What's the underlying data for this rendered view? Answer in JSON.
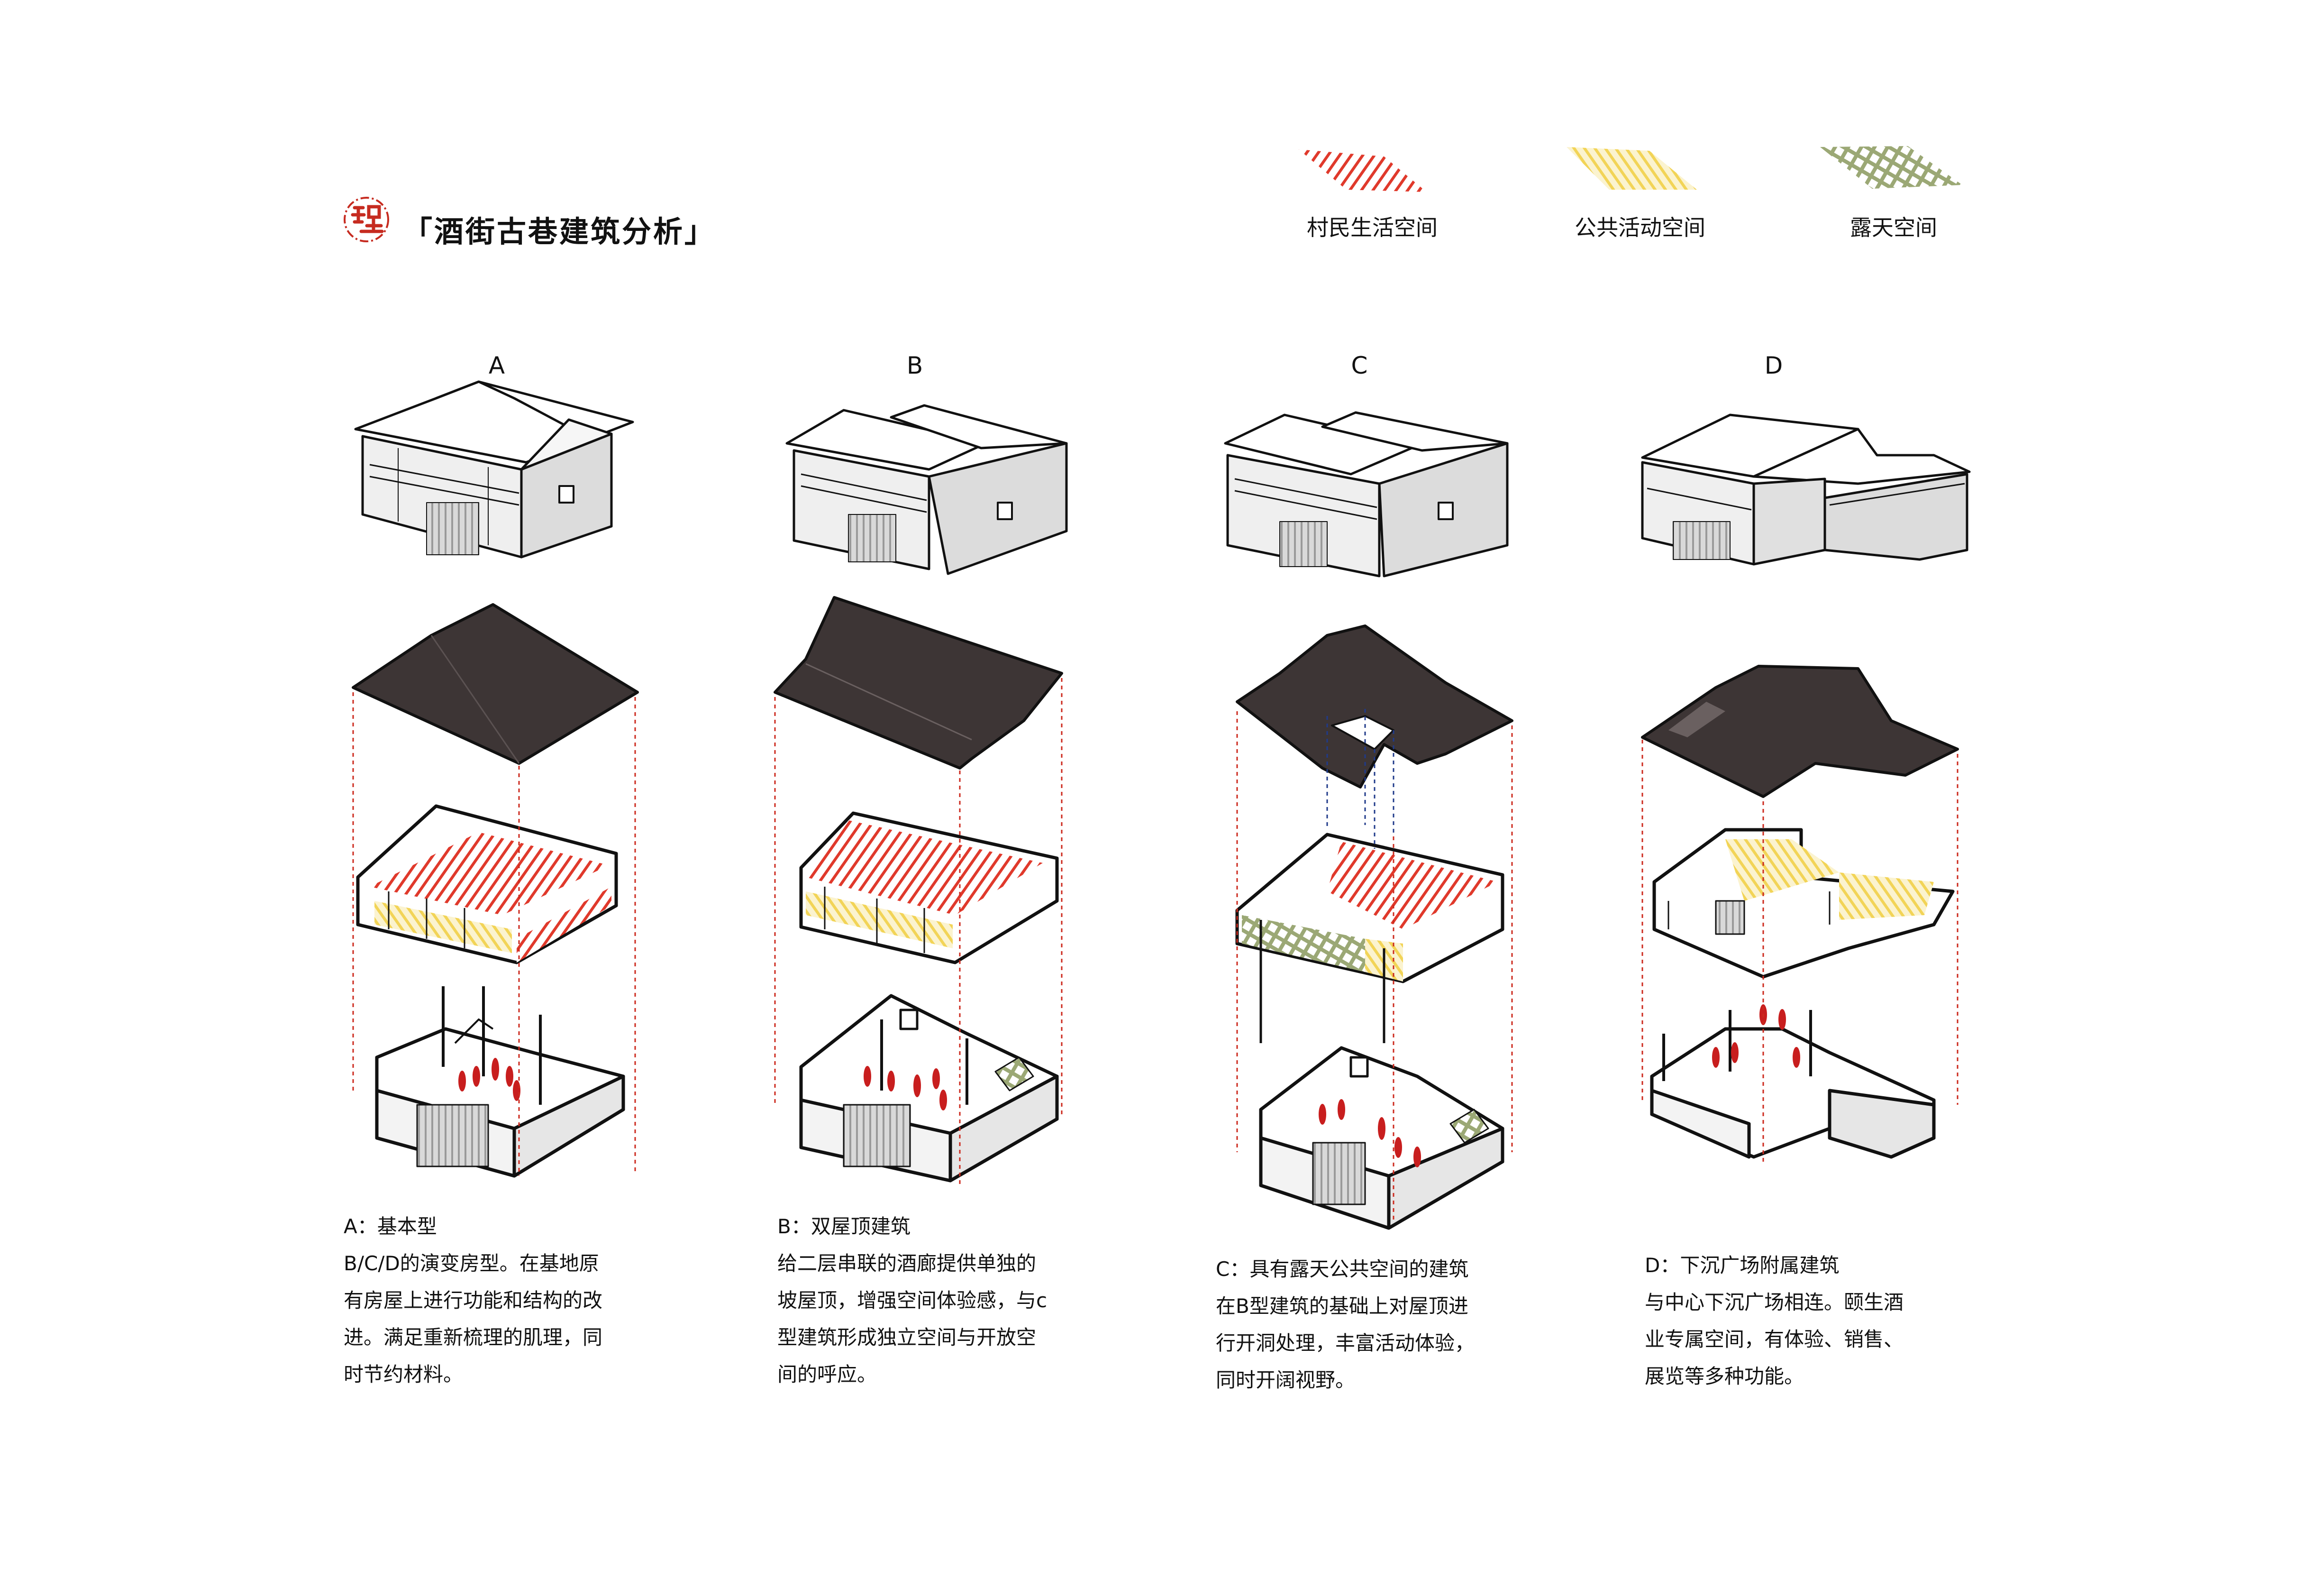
{
  "header": {
    "logo_text": "颐生",
    "title": "「酒街古巷建筑分析」"
  },
  "legend": [
    {
      "label": "村民生活空间",
      "color": "#e0392b",
      "pattern": "diagonal-hatch"
    },
    {
      "label": "公共活动空间",
      "color": "#f2d457",
      "pattern": "diagonal-hatch"
    },
    {
      "label": "露天空间",
      "color": "#9ba875",
      "pattern": "grid-hatch"
    }
  ],
  "columns": [
    {
      "letter": "A",
      "heading": "A：基本型",
      "lines": [
        "B/C/D的演变房型。在基地原",
        "有房屋上进行功能和结构的改",
        "进。满足重新梳理的肌理，同",
        "时节约材料。"
      ]
    },
    {
      "letter": "B",
      "heading": "B：双屋顶建筑",
      "lines": [
        "给二层串联的酒廊提供单独的",
        "坡屋顶，增强空间体验感，与c",
        "型建筑形成独立空间与开放空",
        "间的呼应。"
      ]
    },
    {
      "letter": "C",
      "heading": "C：具有露天公共空间的建筑",
      "lines": [
        "在B型建筑的基础上对屋顶进",
        "行开洞处理，丰富活动体验，",
        "同时开阔视野。"
      ]
    },
    {
      "letter": "D",
      "heading": "D：下沉广场附属建筑",
      "lines": [
        "与中心下沉广场相连。颐生酒",
        "业专属空间，有体验、销售、",
        "展览等多种功能。"
      ]
    }
  ],
  "colors": {
    "roof": "#3d3535",
    "outline": "#111111",
    "guide_line": "#cc2a1e",
    "opening_guide": "#1f3a8a",
    "figure": "#c81e1e"
  }
}
